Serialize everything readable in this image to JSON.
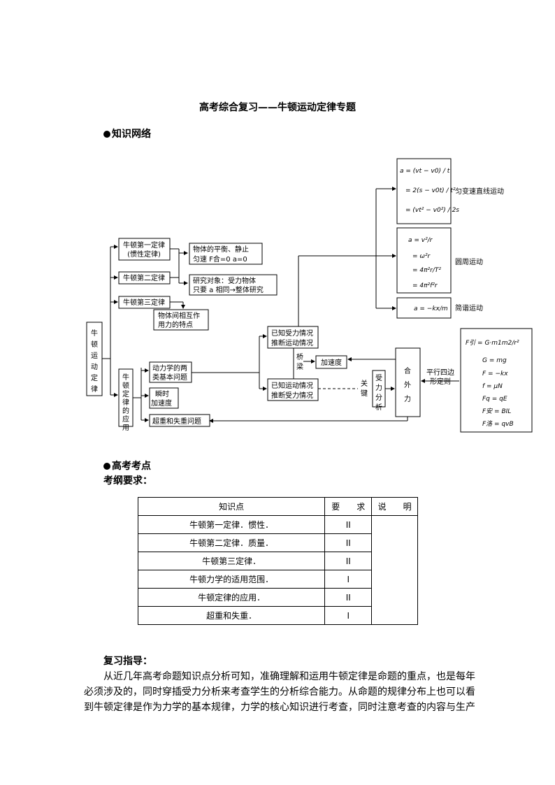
{
  "title": "高考综合复习——牛顿运动定律专题",
  "section_network": "知识网络",
  "section_exam": "高考考点",
  "exam_req_label": "考纲要求：",
  "diagram": {
    "root": "牛顿运动定律",
    "law1": [
      "牛顿第一定律",
      "(惯性定律)"
    ],
    "law2": "牛顿第二定律",
    "law3": "牛顿第三定律",
    "law1_desc": [
      "物体的平衡、静止",
      "匀速 F合=0  a=0"
    ],
    "law2_desc": [
      "研究对象：受力物体",
      "只要 a 相同→整体研究"
    ],
    "law3_desc": [
      "物体间相互作",
      "用力的特点"
    ],
    "application": "牛顿定律的应用",
    "app1": [
      "动力学的两",
      "类基本问题"
    ],
    "app2": [
      "瞬时",
      "加速度"
    ],
    "app3": "超重和失重问题",
    "known_force": [
      "已知受力情况",
      "推断运动情况"
    ],
    "known_motion": [
      "已知运动情况",
      "推断受力情况"
    ],
    "bridge": "桥梁",
    "acceleration": "加速度",
    "key": "关键",
    "force_analysis": "受力分析",
    "net_force": "合外力",
    "parallelogram": [
      "平行四边",
      "形定则"
    ],
    "motion1": "匀变速直线运动",
    "motion2": "圆周运动",
    "motion3": "简谐运动",
    "f1": [
      "a = (vt − v0) / t",
      "= 2(s − v0t) / t²",
      "= (vt² − v0²) / 2s"
    ],
    "f2": [
      "a = v²/r",
      "= ω²r",
      "= 4π²r/T²",
      "= 4π²f²r"
    ],
    "f3": "a = −kx/m",
    "forces": [
      "F引 = G·m1m2/r²",
      "G = mg",
      "F = −kx",
      "f = μN",
      "Fq = qE",
      "F安 = BIL",
      "F洛 = qvB"
    ]
  },
  "table": {
    "headers": [
      "知识点",
      "要　　求",
      "说　　明"
    ],
    "rows": [
      [
        "牛顿第一定律．惯性．",
        "II"
      ],
      [
        "牛顿第二定律．质量．",
        "II"
      ],
      [
        "牛顿第三定律．",
        "II"
      ],
      [
        "牛顿力学的适用范围．",
        "I"
      ],
      [
        "牛顿定律的应用．",
        "II"
      ],
      [
        "超重和失重．",
        "I"
      ]
    ]
  },
  "guide_label": "复习指导：",
  "guide_lines": [
    "从近几年高考命题知识点分析可知，准确理解和运用牛顿定律是命题的重点，也是每年",
    "必须涉及的，同时穿插受力分析来考查学生的分析综合能力。从命题的规律分布上也可以看",
    "到牛顿定律是作为力学的基本规律，力学的核心知识进行考查，同时注意考查的内容与生产"
  ]
}
